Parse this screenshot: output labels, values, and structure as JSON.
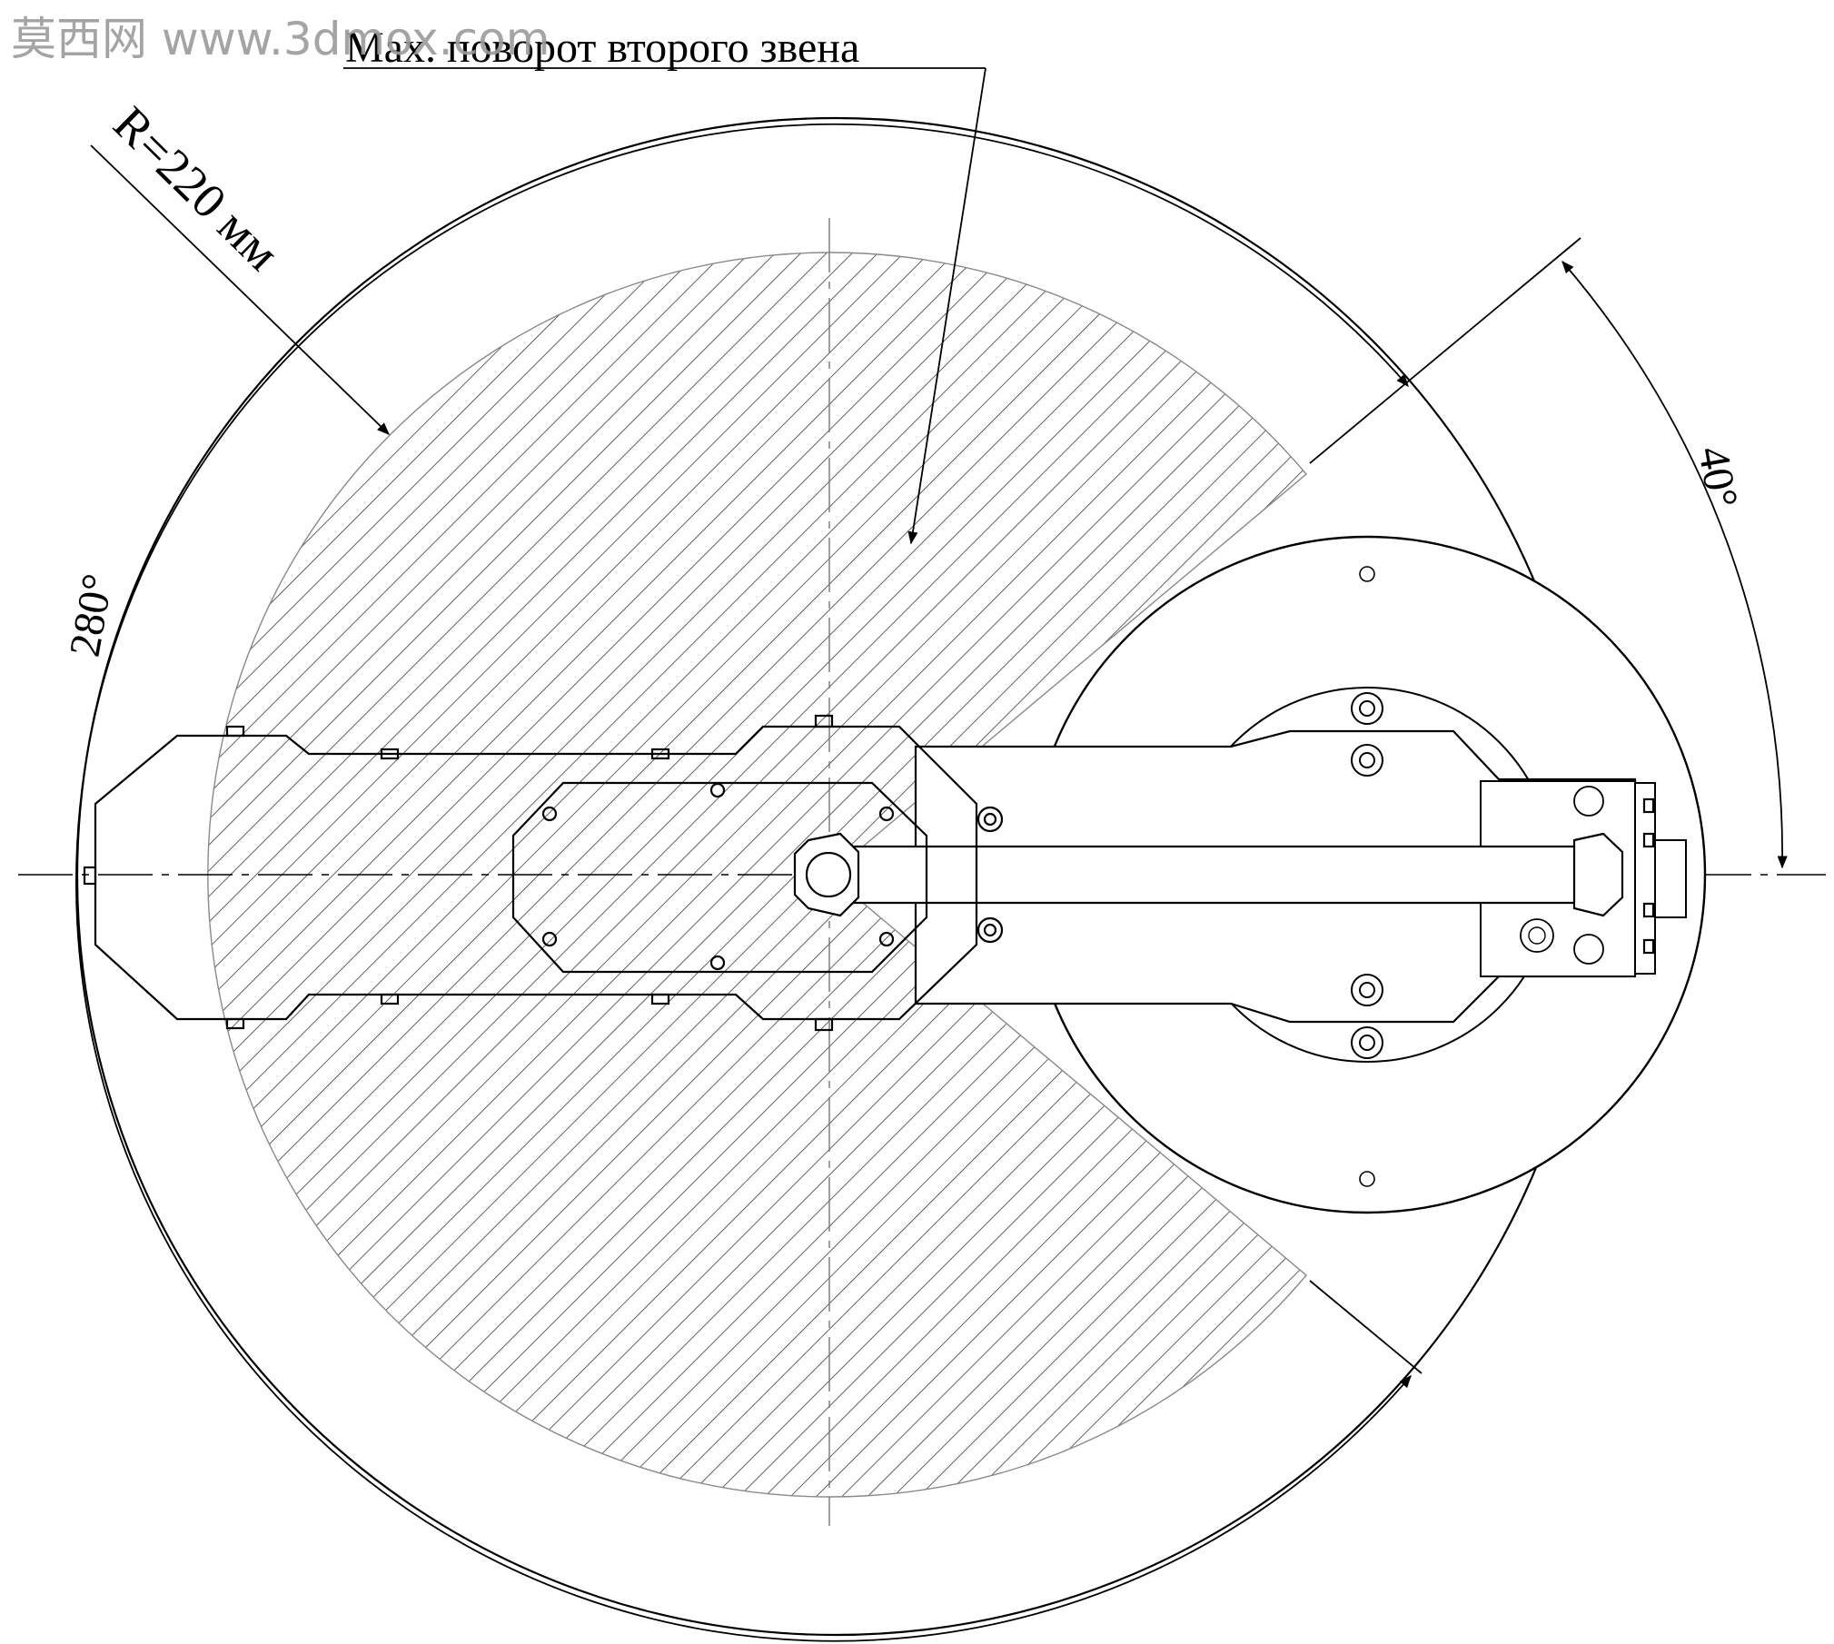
{
  "watermark": {
    "text": "莫西网 www.3dmox.com",
    "color": "#9a9a9a"
  },
  "diagram": {
    "title_callout": "Max. поворот второго звена",
    "radius_label": "R=220 мм",
    "angle_large_label": "280°",
    "angle_small_label": "40°",
    "colors": {
      "line": "#000000",
      "hatch": "#3a3a3a",
      "centerline": "#777777",
      "background": "#ffffff"
    }
  }
}
